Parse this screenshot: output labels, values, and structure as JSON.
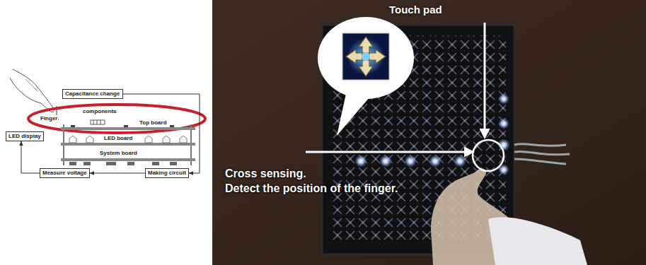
{
  "diagram": {
    "nodes": [
      {
        "text": [
          "Capacitance change"
        ]
      },
      {
        "text": [
          "LED display"
        ]
      },
      {
        "text": [
          "Measure voltage"
        ]
      },
      {
        "text": [
          "Making circuit"
        ]
      }
    ],
    "edges": [
      {
        "from": 0,
        "to": 3,
        "arrow": "to"
      },
      {
        "from": 3,
        "to": 2,
        "arrow": "to"
      },
      {
        "from": 2,
        "to": 1,
        "arrow": "to"
      }
    ],
    "labels": [
      "Finger",
      "components",
      "Top board",
      "LED board",
      "System board",
      "Touch pad",
      "Cross sensing.",
      "Detect the position of the finger."
    ]
  }
}
